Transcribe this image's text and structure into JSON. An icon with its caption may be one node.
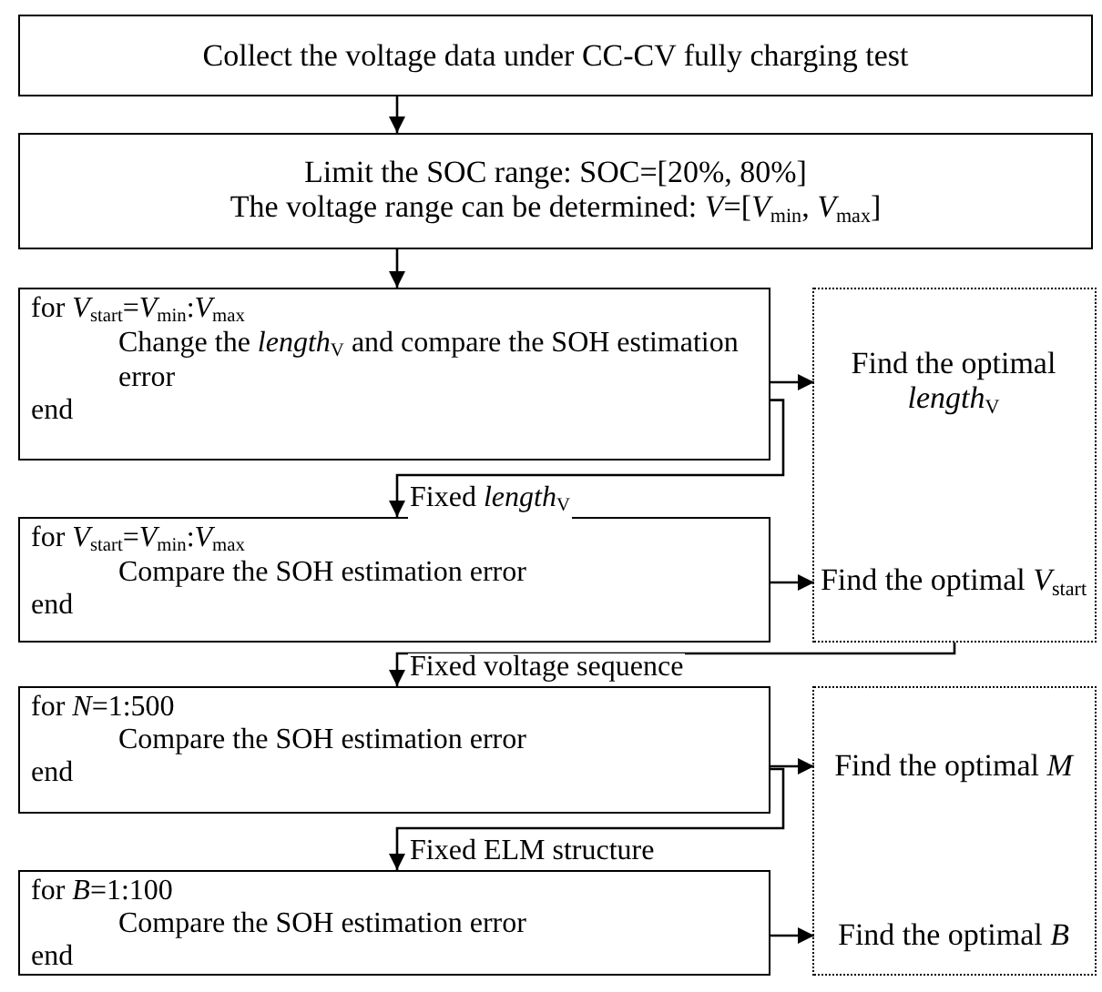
{
  "diagram": {
    "nodes": [
      {
        "text": [
          "Collect the voltage data under CC-CV fully charging test"
        ]
      },
      {
        "text": [
          "Limit the SOC range: SOC=[20%, 80%]",
          "The voltage range can be determined: *V*=[*V*$_{min}$, *V*$_{max}$]"
        ]
      },
      {
        "text": [
          "for *V*$_{start}$=*V*$_{min}$:*V*$_{max}$",
          "Change the *length*$_{V}$ and compare the SOH estimation error",
          "end"
        ]
      },
      {
        "text": [],
        "shape": "box"
      },
      {
        "text": [
          "Find the optimal *length*$_{V}$"
        ],
        "in": 3
      },
      {
        "text": [
          "for *V*$_{start}$=*V*$_{min}$:*V*$_{max}$",
          "Compare the SOH estimation error",
          "end"
        ]
      },
      {
        "text": [
          "Find the optimal *V*$_{start}$"
        ],
        "in": 3
      },
      {
        "text": [
          "for *N*=1:500",
          "Compare the SOH estimation error",
          "end"
        ]
      },
      {
        "text": [],
        "shape": "box"
      },
      {
        "text": [
          "Find the optimal *M*"
        ],
        "in": 8
      },
      {
        "text": [
          "for *B*=1:100",
          "Compare the SOH estimation error",
          "end"
        ]
      },
      {
        "text": [
          "Find the optimal *B*"
        ],
        "in": 8
      }
    ],
    "edges": [
      {
        "from": 0,
        "to": 1,
        "arrow": "to"
      },
      {
        "from": 1,
        "to": 2,
        "arrow": "to"
      },
      {
        "from": 2,
        "to": 4,
        "arrow": "to"
      },
      {
        "from": 2,
        "to": 5,
        "arrow": "to",
        "label": "Fixed *length*$_{V}$"
      },
      {
        "from": 5,
        "to": 6,
        "arrow": "to"
      },
      {
        "from": 3,
        "to": 7,
        "arrow": "to",
        "label": "Fixed voltage sequence"
      },
      {
        "from": 7,
        "to": 9,
        "arrow": "to"
      },
      {
        "from": 7,
        "to": 10,
        "arrow": "to",
        "label": "Fixed ELM structure"
      },
      {
        "from": 10,
        "to": 11,
        "arrow": "to"
      }
    ]
  }
}
